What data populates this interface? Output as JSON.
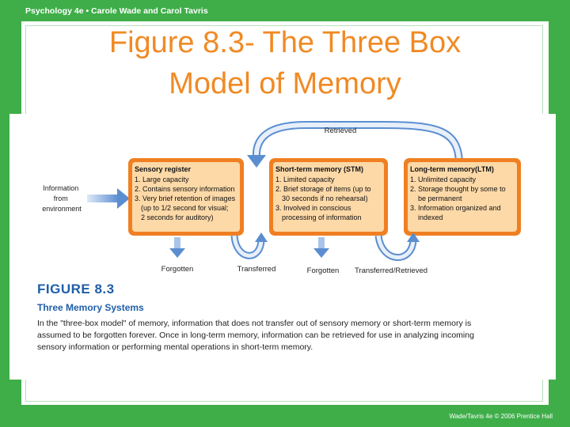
{
  "header": {
    "text": "Psychology 4e  •  Carole Wade and Carol Tavris"
  },
  "title": {
    "line1": "Figure 8.3- The Three Box",
    "line2": "Model of Memory"
  },
  "diagram": {
    "retrieved_label": "Retrieved",
    "input_label": [
      "Information",
      "from",
      "environment"
    ],
    "boxes": [
      {
        "title": "Sensory register",
        "lines": [
          "1. Large capacity",
          "2. Contains sensory information",
          "3. Very brief retention of images",
          "    (up to 1/2 second for visual;",
          "    2 seconds for auditory)"
        ]
      },
      {
        "title": "Short-term memory (STM)",
        "lines": [
          "1. Limited capacity",
          "2. Brief storage of items (up to",
          "    30 seconds if no rehearsal)",
          "3. Involved in conscious",
          "    processing of information"
        ]
      },
      {
        "title": "Long-term memory(LTM)",
        "lines": [
          "1. Unlimited capacity",
          "2. Storage thought by some to",
          "    be permanent",
          "3. Information organized and",
          "    indexed"
        ]
      }
    ],
    "bottom_labels": [
      "Forgotten",
      "Transferred",
      "Forgotten",
      "Transferred/Retrieved"
    ],
    "colors": {
      "box_outer": "#f07f22",
      "box_inner": "#fdd9a8",
      "arrow": "#5b8ed0"
    }
  },
  "caption": {
    "figure_label": "FIGURE 8.3",
    "subtitle": "Three Memory Systems",
    "body": "In the \"three-box model\" of memory, information that does not transfer out of sensory memory or short-term memory is assumed to be forgotten forever. Once in long-term memory, information can be retrieved for use in analyzing incoming sensory information or performing mental operations in short-term memory."
  },
  "footer": {
    "text": "Wade/Tavris 4e © 2006 Prentice Hall"
  }
}
